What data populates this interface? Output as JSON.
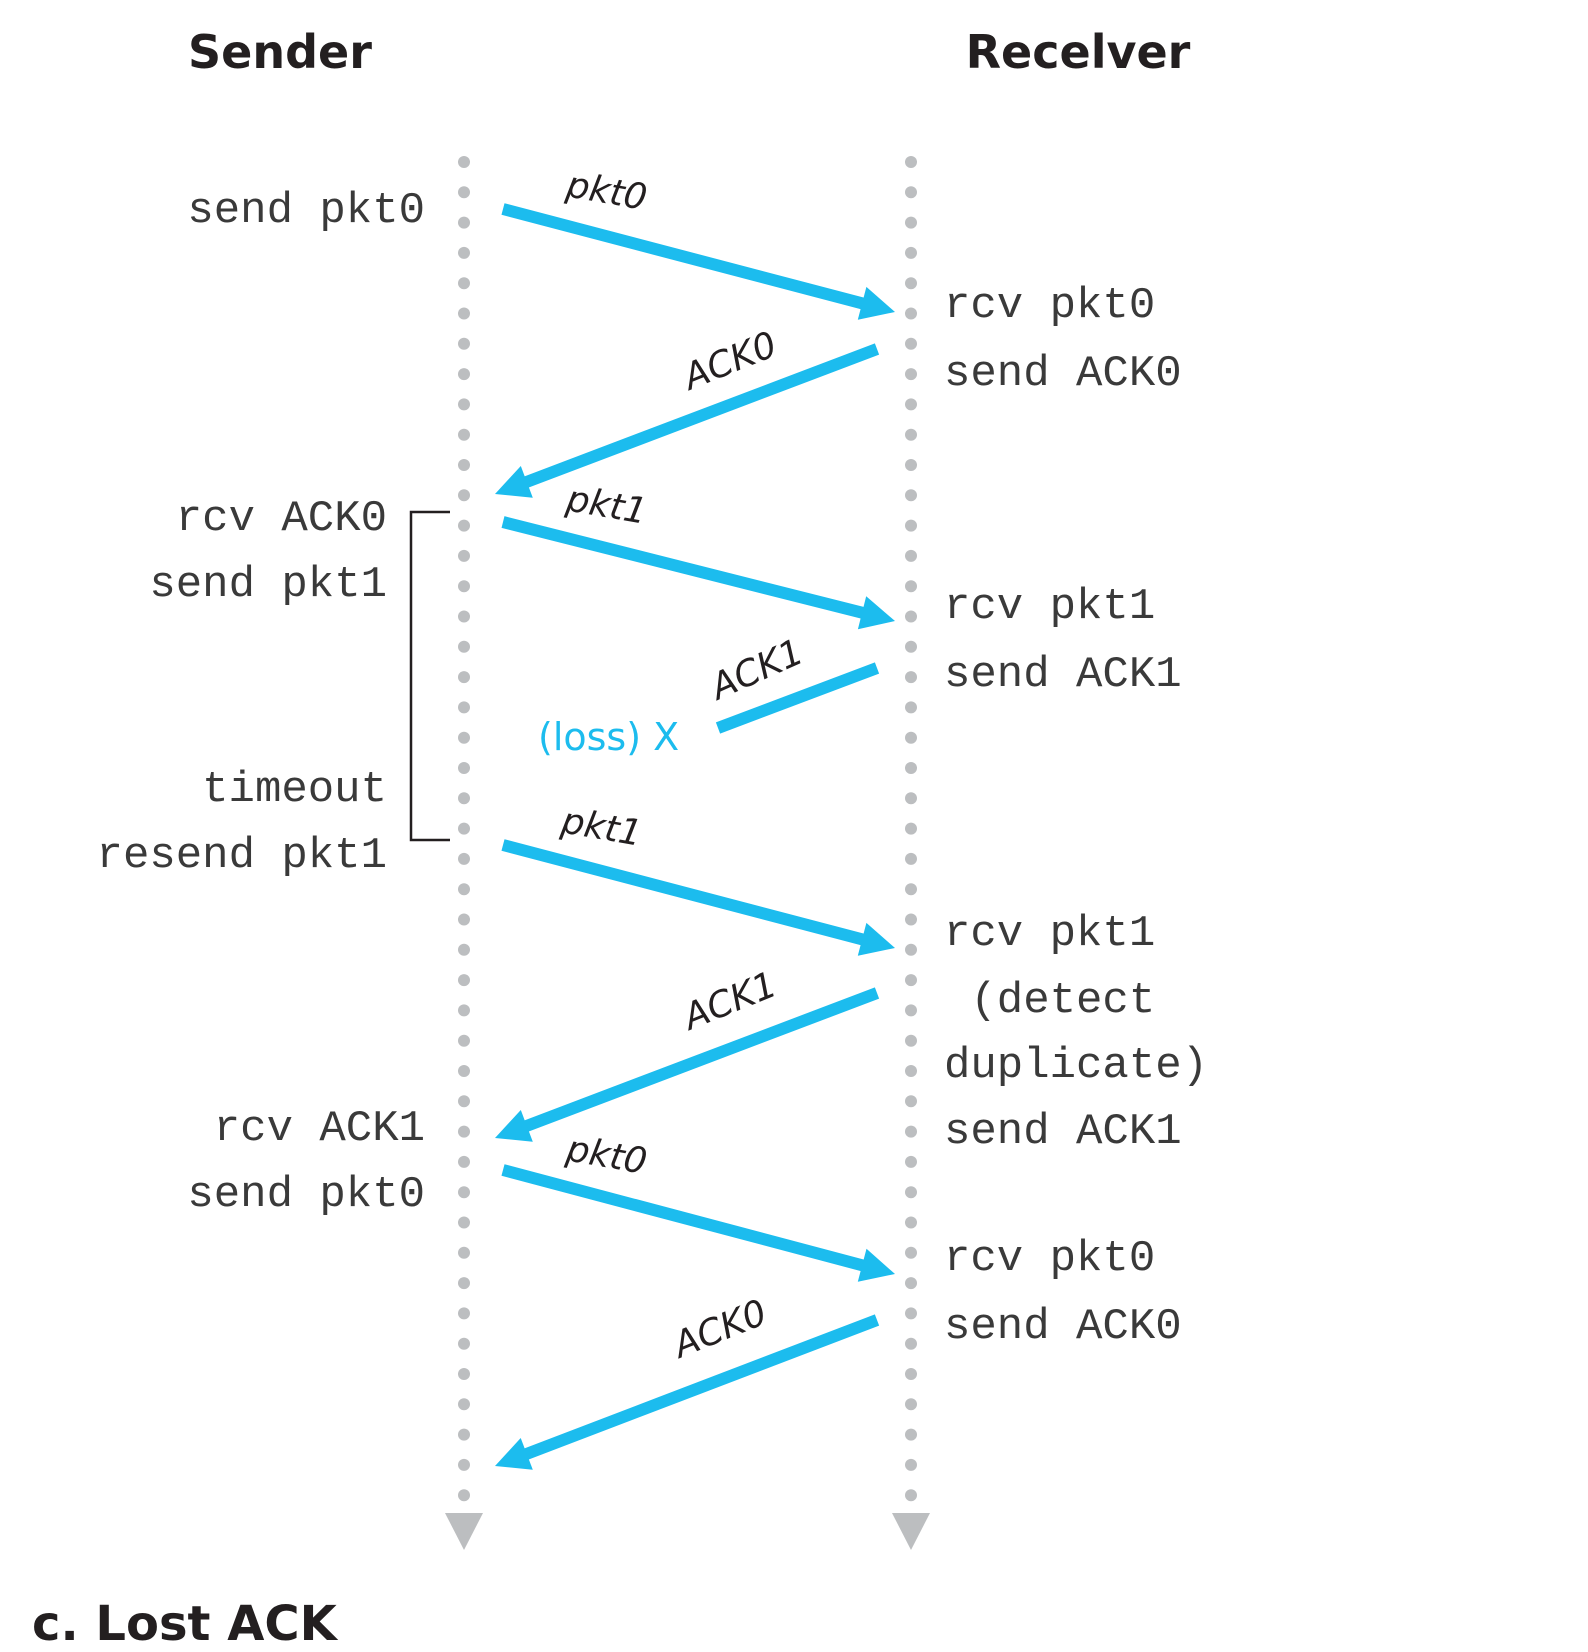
{
  "headers": {
    "sender": "Sender",
    "receiver": "Recelver"
  },
  "caption": "c. Lost ACK",
  "colors": {
    "arrow": "#1cbcee",
    "timeline": "#bcbec0",
    "text": "#231f20",
    "bracket": "#231f20",
    "loss": "#1cbcee"
  },
  "sender_events": [
    {
      "lines": [
        "send pkt0"
      ]
    },
    {
      "lines": [
        "rcv ACK0",
        "send pkt1"
      ]
    },
    {
      "lines": [
        "timeout",
        "resend pkt1"
      ]
    },
    {
      "lines": [
        "rcv ACK1",
        "send pkt0"
      ]
    }
  ],
  "receiver_events": [
    {
      "lines": [
        "rcv pkt0",
        "send ACK0"
      ]
    },
    {
      "lines": [
        "rcv pkt1",
        "send ACK1"
      ]
    },
    {
      "lines": [
        "rcv pkt1",
        " (detect",
        "duplicate)",
        "send ACK1"
      ]
    },
    {
      "lines": [
        "rcv pkt0",
        "send ACK0"
      ]
    }
  ],
  "messages": [
    {
      "label": "pkt0",
      "direction": "sender-to-receiver",
      "lost": false
    },
    {
      "label": "ACK0",
      "direction": "receiver-to-sender",
      "lost": false
    },
    {
      "label": "pkt1",
      "direction": "sender-to-receiver",
      "lost": false
    },
    {
      "label": "ACK1",
      "direction": "receiver-to-sender",
      "lost": true
    },
    {
      "label": "pkt1",
      "direction": "sender-to-receiver",
      "lost": false
    },
    {
      "label": "ACK1",
      "direction": "receiver-to-sender",
      "lost": false
    },
    {
      "label": "pkt0",
      "direction": "sender-to-receiver",
      "lost": false
    },
    {
      "label": "ACK0",
      "direction": "receiver-to-sender",
      "lost": false
    }
  ],
  "loss_marker": "(loss) X"
}
